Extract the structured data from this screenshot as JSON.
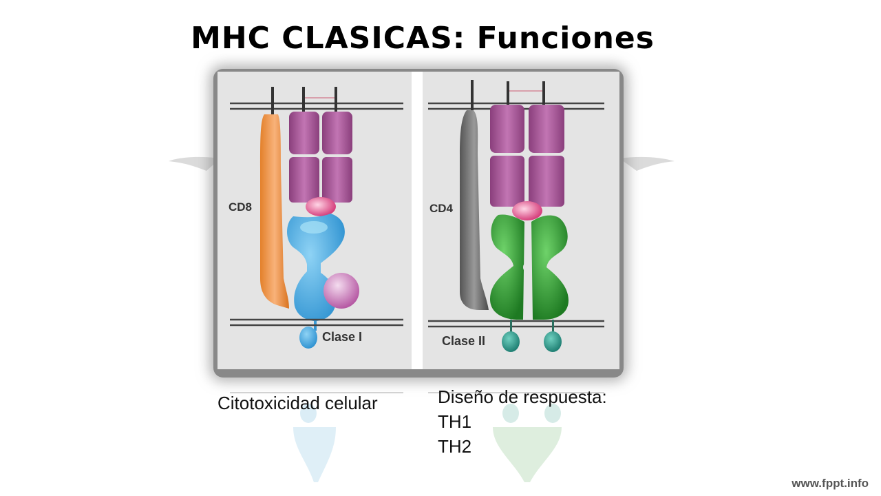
{
  "slide": {
    "title": "MHC CLASICAS: Funciones",
    "footer_url": "www.fppt.info"
  },
  "figure": {
    "left_panel": {
      "coreceptor_label": "CD8",
      "mhc_label": "Clase I"
    },
    "right_panel": {
      "coreceptor_label": "CD4",
      "mhc_label": "Clase II"
    }
  },
  "captions": {
    "left": "Citotoxicidad celular",
    "right_lines": [
      "Diseño de respuesta:",
      "TH1",
      "TH2"
    ]
  }
}
